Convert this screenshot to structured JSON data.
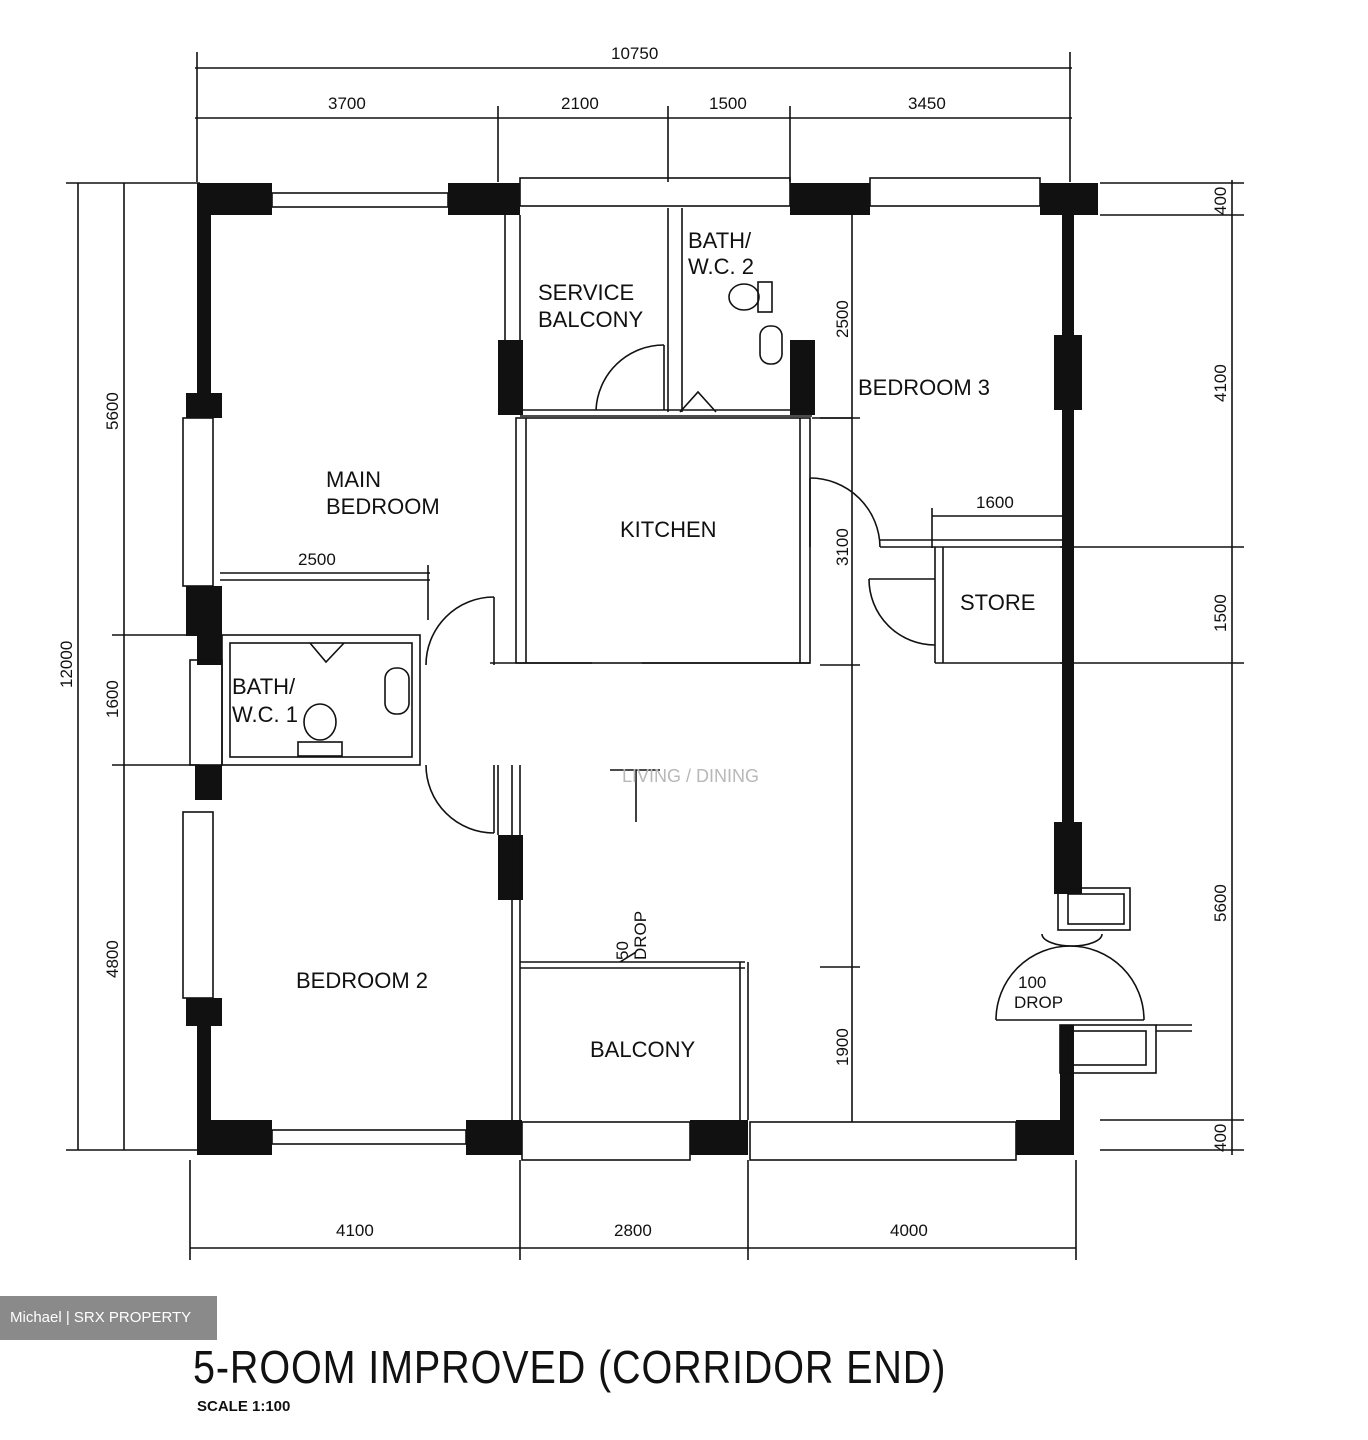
{
  "plan": {
    "rooms": {
      "service_balcony": [
        "SERVICE",
        "BALCONY"
      ],
      "bath_wc_2": [
        "BATH/",
        "W.C.  2"
      ],
      "bedroom_3": "BEDROOM  3",
      "main_bedroom": [
        "MAIN",
        "BEDROOM"
      ],
      "kitchen": "KITCHEN",
      "store": "STORE",
      "bath_wc_1": [
        "BATH/",
        "W.C.  1"
      ],
      "living_dining": "LIVING / DINING",
      "bedroom_2": "BEDROOM  2",
      "balcony": "BALCONY"
    },
    "dimensions": {
      "top_total": "10750",
      "top": [
        "3700",
        "2100",
        "1500",
        "3450"
      ],
      "bottom": [
        "4100",
        "2800",
        "4000"
      ],
      "left_total": "12000",
      "left": [
        "5600",
        "1600",
        "4800"
      ],
      "right": [
        "400",
        "4100",
        "1500",
        "5600",
        "400"
      ],
      "interior": {
        "main_bedroom_width": "2500",
        "store_width": "1600",
        "bedroom3_depth": "2500",
        "kitchen_depth": "3100",
        "balcony_depth": "1900"
      }
    },
    "drops": {
      "balcony_drop": [
        "50",
        "DROP"
      ],
      "entry_drop": [
        "100",
        "DROP"
      ]
    },
    "scale": "SCALE   1:100",
    "title": "5-ROOM IMPROVED (CORRIDOR END)"
  },
  "watermark": "Michael | SRX PROPERTY"
}
